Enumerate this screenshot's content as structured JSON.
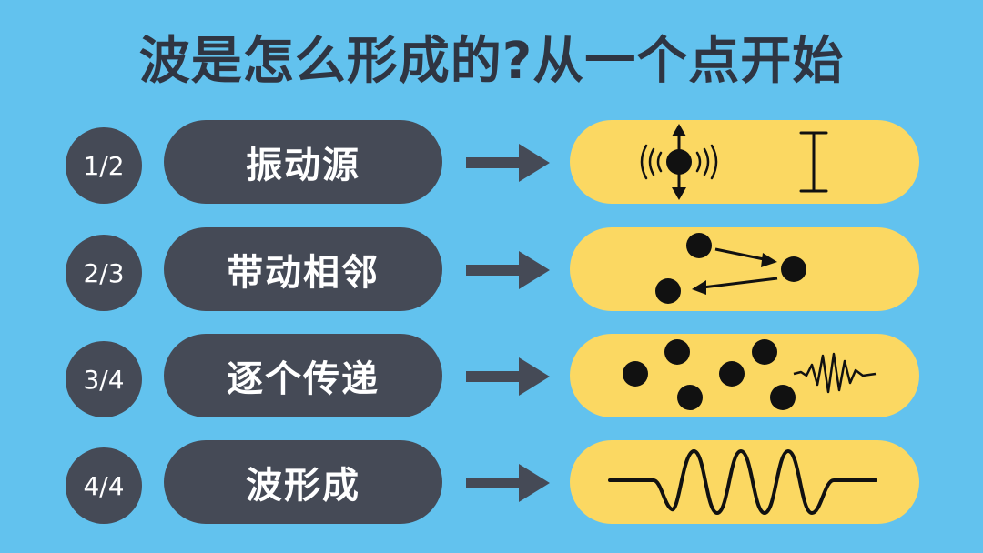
{
  "title": "波是怎么形成的?从一个点开始",
  "steps": [
    {
      "number": "1/2",
      "label": "振动源"
    },
    {
      "number": "2/3",
      "label": "带动相邻"
    },
    {
      "number": "3/4",
      "label": "逐个传递"
    },
    {
      "number": "4/4",
      "label": "波形成"
    }
  ],
  "colors": {
    "background": "#62c2ee",
    "dark_pill": "#454a56",
    "yellow_pill": "#fbd862",
    "ink": "#111111"
  }
}
